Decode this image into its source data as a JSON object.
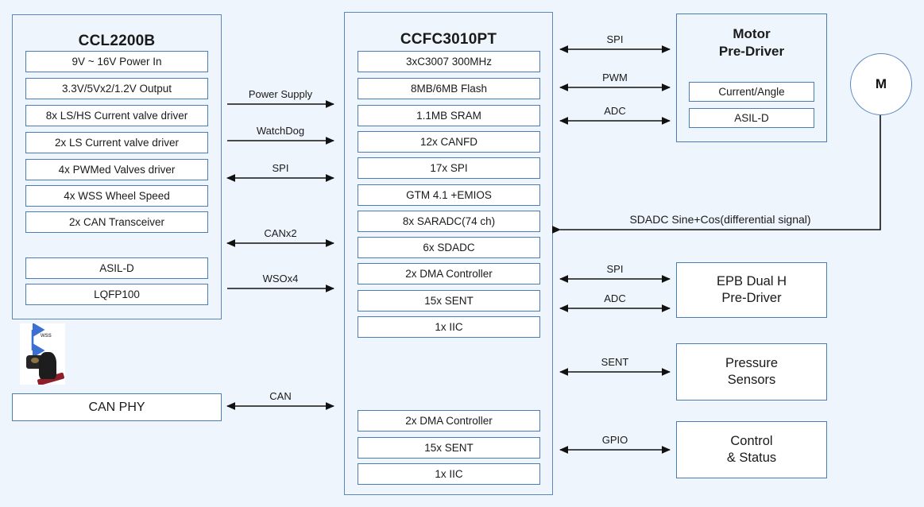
{
  "diagram": {
    "background_color": "#eff5fd",
    "panel_border_color": "#5b87bf",
    "row_border_color": "#4a7cb5",
    "arrow_color": "#111111"
  },
  "left_panel": {
    "title": "CCL2200B",
    "rows": [
      "9V ~ 16V Power In",
      "3.3V/5Vx2/1.2V Output",
      "8x LS/HS Current valve driver",
      "2x LS Current valve driver",
      "4x PWMed Valves driver",
      "4x WSS Wheel Speed",
      "2x CAN Transceiver"
    ],
    "rows_lower": [
      "ASIL-D",
      "LQFP100"
    ]
  },
  "wss_photo": {
    "label": "wss",
    "arrow_color": "#3b6fd4"
  },
  "can_phy": {
    "label": "CAN PHY"
  },
  "center_panel": {
    "title": "CCFC3010PT",
    "rows": [
      "3xC3007 300MHz",
      "8MB/6MB Flash",
      "1.1MB SRAM",
      "12x CANFD",
      "17x SPI",
      "GTM 4.1 +EMIOS",
      "8x SARADC(74 ch)",
      "6x SDADC",
      "2x DMA Controller",
      "15x SENT",
      "1x IIC"
    ],
    "rows_lower": [
      "2x DMA Controller",
      "15x SENT",
      "1x IIC"
    ]
  },
  "right_blocks": [
    {
      "name": "motor-pre-driver",
      "title_lines": [
        "Motor",
        "Pre-Driver"
      ],
      "rows": [
        "Current/Angle",
        "ASIL-D"
      ]
    },
    {
      "name": "epb-dual-h-pre-driver",
      "title_lines": [
        "EPB Dual H",
        "Pre-Driver"
      ],
      "rows": []
    },
    {
      "name": "pressure-sensors",
      "title_lines": [
        "Pressure",
        "Sensors"
      ],
      "rows": []
    },
    {
      "name": "control-and-status",
      "title_lines": [
        "Control",
        "& Status"
      ],
      "rows": []
    }
  ],
  "motor": {
    "label": "M"
  },
  "left_connections": [
    {
      "label": "Power Supply",
      "direction": "right"
    },
    {
      "label": "WatchDog",
      "direction": "right"
    },
    {
      "label": "SPI",
      "direction": "both"
    },
    {
      "label": "CANx2",
      "direction": "both"
    },
    {
      "label": "WSOx4",
      "direction": "right"
    },
    {
      "label": "CAN",
      "direction": "both"
    }
  ],
  "right_connections": [
    {
      "label": "SPI",
      "direction": "both"
    },
    {
      "label": "PWM",
      "direction": "both"
    },
    {
      "label": "ADC",
      "direction": "both"
    },
    {
      "label": "SPI",
      "direction": "both"
    },
    {
      "label": "ADC",
      "direction": "both"
    },
    {
      "label": "SENT",
      "direction": "both"
    },
    {
      "label": "GPIO",
      "direction": "both"
    }
  ],
  "sdadc_connection": {
    "label": "SDADC Sine+Cos(differential signal)",
    "direction": "left"
  }
}
